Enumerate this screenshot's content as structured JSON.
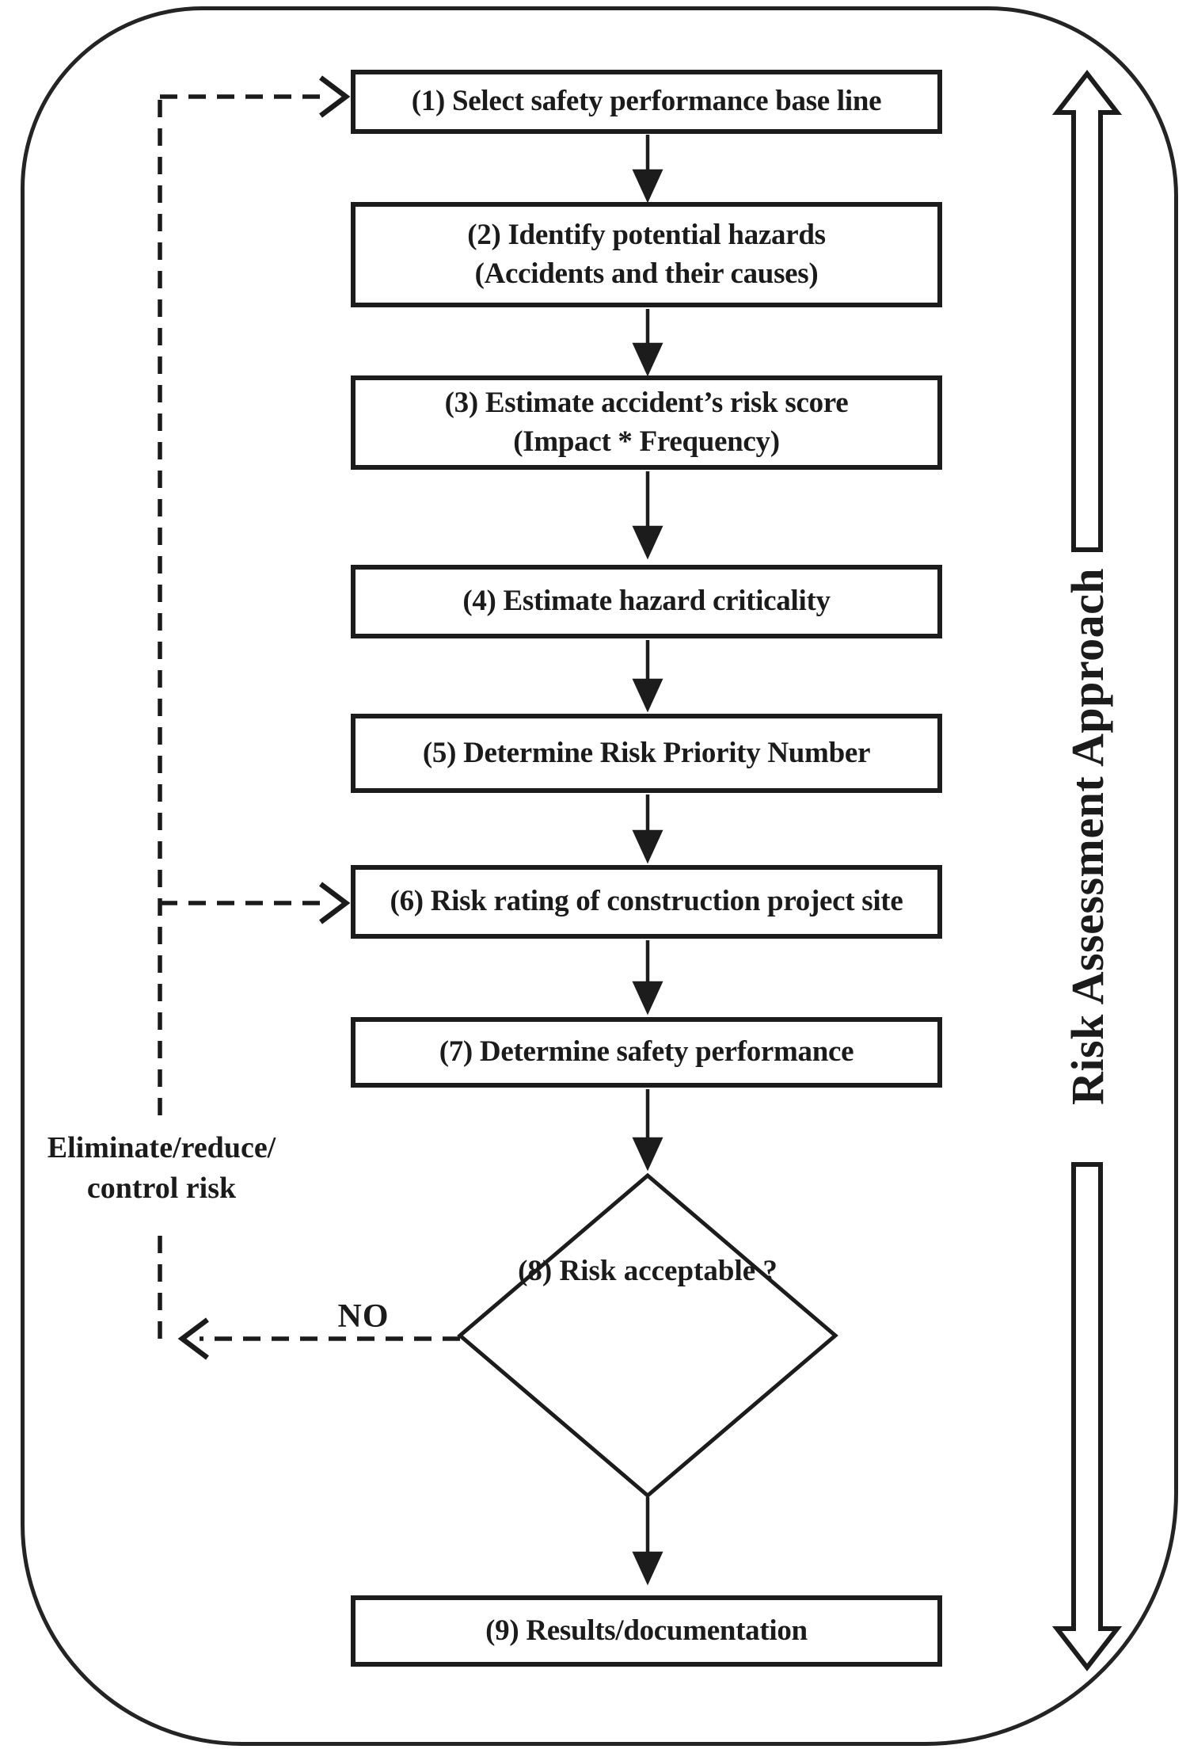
{
  "diagram": {
    "title_side": "Risk Assessment Approach",
    "steps": {
      "s1": "(1) Select safety performance base line",
      "s2a": "(2) Identify potential hazards",
      "s2b": "(Accidents and their causes)",
      "s3a": "(3) Estimate accident’s risk score",
      "s3b": "(Impact * Frequency)",
      "s4": "(4) Estimate hazard criticality",
      "s5": "(5) Determine Risk Priority Number",
      "s6": "(6) Risk rating of construction project site",
      "s7": "(7) Determine safety performance",
      "s9": "(9) Results/documentation"
    },
    "decision": {
      "l1": "(8) Risk",
      "l2": "acceptable",
      "l3": "?"
    },
    "feedback": {
      "l1": "Eliminate/reduce/",
      "l2": "control risk",
      "no": "NO"
    },
    "colors": {
      "ink": "#1b1b1b",
      "paper": "#ffffff"
    }
  }
}
